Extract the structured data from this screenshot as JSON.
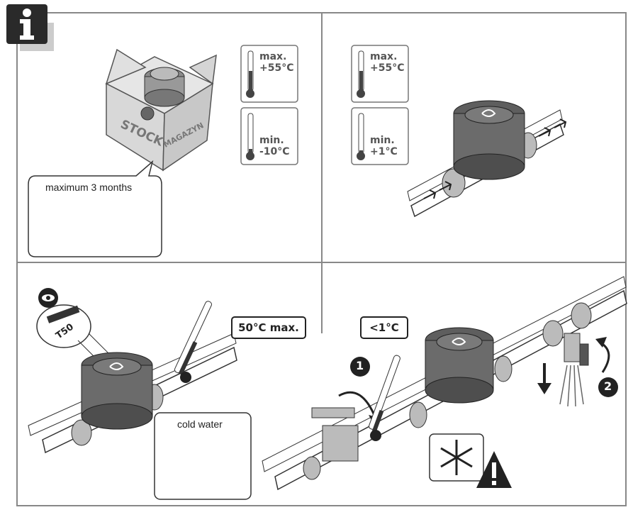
{
  "panel1": {
    "box_word_1": "STOCK",
    "box_word_2": "MAGAZYN",
    "callout": "maximum 3 months",
    "thermo_max_label": "max.",
    "thermo_max_value": "+55°C",
    "thermo_min_label": "min.",
    "thermo_min_value": "-10°C"
  },
  "panel2": {
    "thermo_max_label": "max.",
    "thermo_max_value": "+55°C",
    "thermo_min_label": "min.",
    "thermo_min_value": "+1°C"
  },
  "panel3": {
    "badge": "50°C max.",
    "meter_label": "T50",
    "callout": "cold water"
  },
  "panel4": {
    "badge": "<1°C",
    "step1": "1",
    "step2": "2"
  },
  "colors": {
    "meter_body": "#6b6b6b",
    "meter_dark": "#4a4a4a",
    "frame": "#888888",
    "info_badge": "#2a2a2a"
  }
}
